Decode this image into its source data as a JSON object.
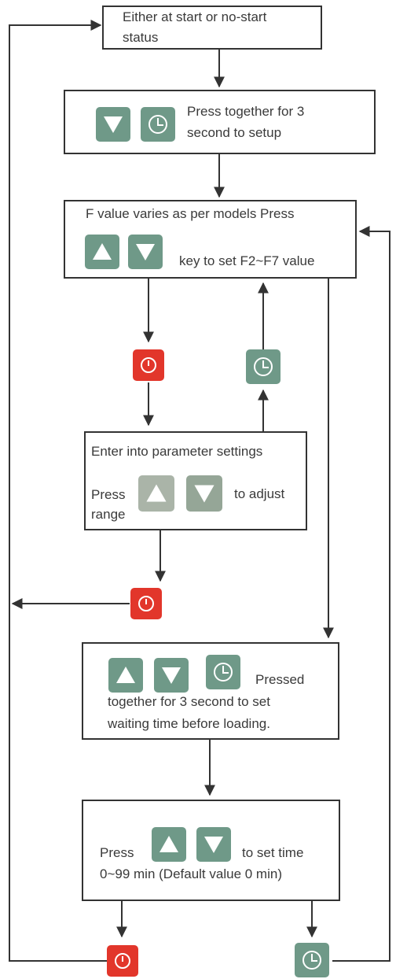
{
  "boxes": {
    "start": {
      "line1": "Either at start or no-start",
      "line2": "status"
    },
    "setup": {
      "line1": "Press together for 3",
      "line2": "second to setup"
    },
    "fvalue": {
      "line1": "F value varies as per models Press",
      "line2": "key to set F2~F7 value"
    },
    "param": {
      "line1": "Enter into parameter settings",
      "press": "Press",
      "adjust": "to adjust",
      "range": "range"
    },
    "waiting": {
      "pressed": "Pressed",
      "line2": "together for 3 second to set",
      "line3": "waiting time before loading."
    },
    "settime": {
      "press": "Press",
      "suffix": "to set time",
      "line2": "0~99 min (Default value 0 min)"
    }
  },
  "icons": {
    "down": "down-arrow-icon",
    "up": "up-arrow-icon",
    "clock": "clock-icon",
    "power": "power-icon"
  },
  "colors": {
    "key_green": "#6f9988",
    "key_light": "#aab4a8",
    "key_red": "#e2362b",
    "line": "#333333"
  }
}
